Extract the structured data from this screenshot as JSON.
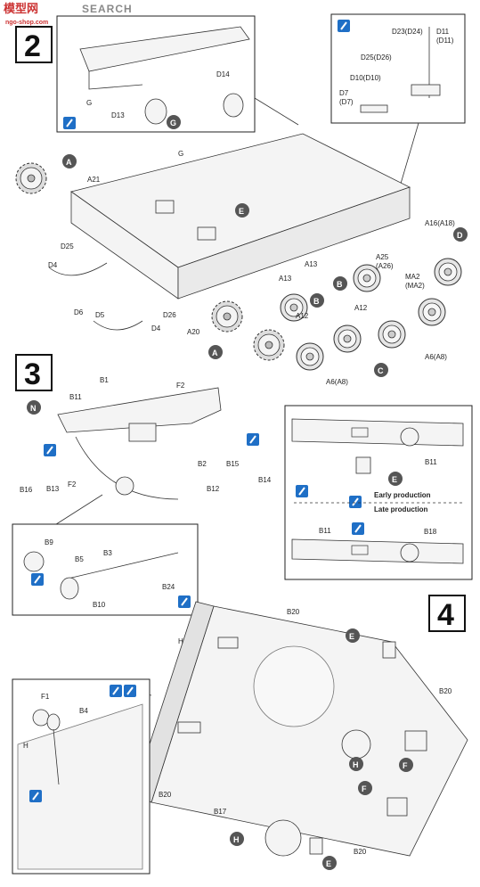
{
  "watermark": {
    "logo": "模型网",
    "search": "SEARCH",
    "url": "ngo-shop.com"
  },
  "icons": {
    "glue": "glue-brush-icon",
    "cement": "cement-bottle-icon",
    "option": "option-icon",
    "blue": "#1f6fc6"
  },
  "step2": {
    "number": "2",
    "inset_left": {
      "G": "G",
      "D13": "D13",
      "D14": "D14",
      "circ_G": "G"
    },
    "inset_right": {
      "D23": "D23(D24)",
      "D11": "D11",
      "D11b": "(D11)",
      "D25": "D25(D26)",
      "D10": "D10(D10)",
      "D7": "D7",
      "D7b": "(D7)"
    },
    "labels": {
      "A": "A",
      "A21": "A21",
      "G": "G",
      "E": "E",
      "D25": "D25",
      "D4": "D4",
      "D6": "D6",
      "D5": "D5",
      "D26": "D26",
      "D4b": "D4",
      "A20": "A20",
      "A2": "A",
      "A13": "A13",
      "A13b": "A13",
      "B": "B",
      "B2": "B",
      "A12": "A12",
      "A12b": "A12",
      "A25": "A25",
      "A26": "(A26)",
      "MA2": "MA2",
      "MA2b": "(MA2)",
      "A16": "A16(A18)",
      "D": "D",
      "C": "C",
      "A6a": "A6(A8)",
      "A6b": "A6(A8)"
    }
  },
  "step3": {
    "number": "3",
    "labels": {
      "N": "N",
      "B1": "B1",
      "F2": "F2",
      "B11": "B11",
      "B13": "B13",
      "B16": "B16",
      "F2b": "F2",
      "B2": "B2",
      "B15": "B15",
      "B14": "B14",
      "B12": "B12"
    },
    "inset_left": {
      "B9": "B9",
      "B3": "B3",
      "B5": "B5",
      "B24": "B24",
      "B10": "B10"
    },
    "inset_right": {
      "B11a": "B11",
      "E": "E",
      "early": "Early production",
      "late": "Late production",
      "B11b": "B11",
      "B18": "B18"
    }
  },
  "step4": {
    "number": "4",
    "labels": {
      "B20a": "B20",
      "H": "H",
      "E": "E",
      "B20b": "B20",
      "F": "F",
      "H2": "H",
      "F2": "F",
      "B20c": "B20",
      "B17": "B17",
      "H3": "H",
      "E2": "E",
      "B20d": "B20"
    },
    "inset": {
      "F1": "F1",
      "B4": "B4",
      "H": "H"
    }
  }
}
